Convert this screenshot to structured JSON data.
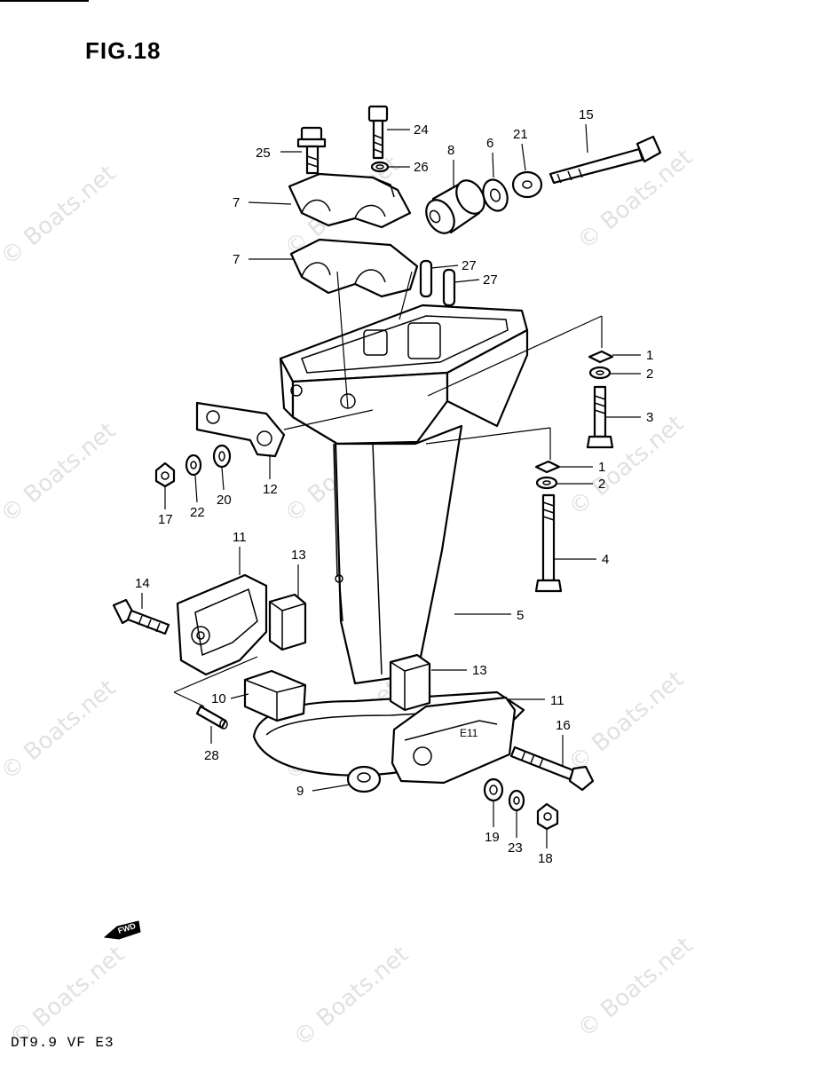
{
  "figure": {
    "title": "FIG.18",
    "model": "DT9.9 VF E3",
    "forward_mark": "FWD"
  },
  "watermarks": [
    "© Boats.net",
    "© Boats.net",
    "© Boats.net",
    "© Boats.net",
    "© Boats.net",
    "© Boats.net",
    "© Boats.net",
    "© Boats.net",
    "© Boats.net",
    "© Boats.net",
    "© Boats.net",
    "© Boats.net"
  ],
  "callouts": [
    "25",
    "24",
    "26",
    "8",
    "6",
    "21",
    "15",
    "7",
    "7",
    "27",
    "27",
    "1",
    "2",
    "3",
    "1",
    "2",
    "4",
    "12",
    "17",
    "22",
    "20",
    "11",
    "13",
    "14",
    "5",
    "13",
    "10",
    "11",
    "16",
    "28",
    "9",
    "19",
    "23",
    "18"
  ]
}
